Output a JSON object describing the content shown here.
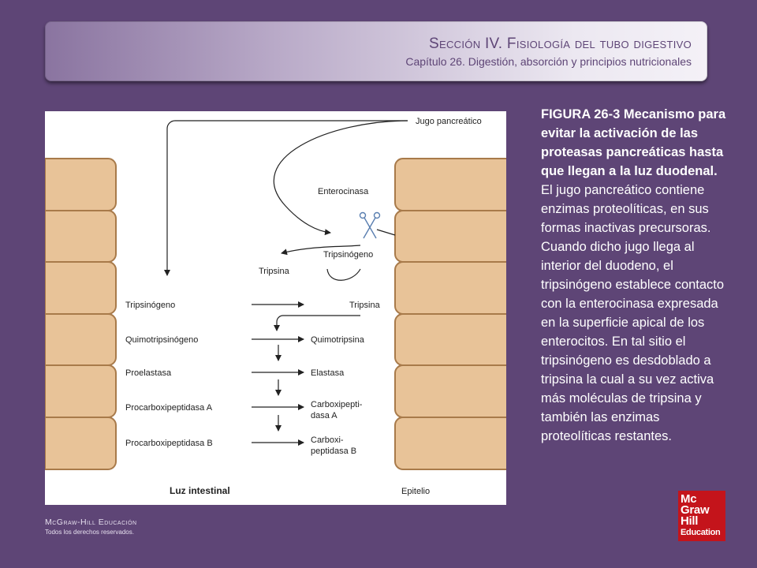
{
  "header": {
    "section": "Sección IV.  Fisiología del tubo digestivo",
    "chapter": "Capítulo 26.  Digestión, absorción y principios nutricionales"
  },
  "figure": {
    "jugo": "Jugo pancreático",
    "enterocinasa": "Enterocinasa",
    "tripsinogeno_top": "Tripsinógeno",
    "tripsina_top": "Tripsina",
    "zymogens": [
      "Tripsinógeno",
      "Quimotripsinógeno",
      "Proelastasa",
      "Procarboxipeptidasa A",
      "Procarboxipeptidasa B"
    ],
    "products": [
      [
        "Tripsina"
      ],
      [
        "Quimotripsina"
      ],
      [
        "Elastasa"
      ],
      [
        "Carboxipepti-",
        "dasa A"
      ],
      [
        "Carboxi-",
        "peptidasa B"
      ]
    ],
    "luz": "Luz intestinal",
    "epitelio": "Epitelio"
  },
  "caption": {
    "bold": "FIGURA 26-3 Mecanismo para evitar la activación de las proteasas pancreáticas hasta que llegan a la luz duodenal.",
    "text": " El jugo pancreático contiene enzimas proteolíticas, en sus formas inactivas precursoras. Cuando dicho jugo llega al interior del duodeno, el tripsinógeno establece contacto con la enterocinasa expresada en la superficie apical de los enterocitos. En tal sitio el tripsinógeno es desdoblado a tripsina la cual a su vez activa más moléculas de tripsina y también las enzimas proteolíticas restantes."
  },
  "publisher": {
    "name": "McGraw-Hill Educación",
    "rights": "Todos los derechos reservados."
  },
  "logo": {
    "line1": "Mc",
    "line2": "Graw",
    "line3": "Hill",
    "line4": "Education"
  },
  "colors": {
    "background": "#5e4576",
    "cell_fill": "#e8c398",
    "cell_stroke": "#a87a4a",
    "logo_red": "#c4141b"
  }
}
